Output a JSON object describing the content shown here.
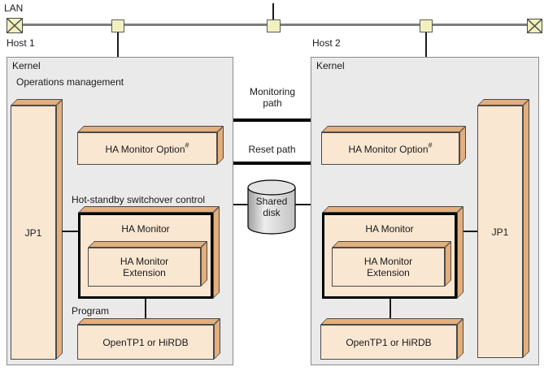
{
  "lan": {
    "label": "LAN"
  },
  "paths": {
    "monitoring_label": "Monitoring path",
    "reset_label": "Reset path"
  },
  "shared_disk": {
    "label": "Shared disk"
  },
  "host1": {
    "title": "Host 1",
    "kernel_label": "Kernel",
    "ops_label": "Operations management",
    "jp1": "JP1",
    "ha_option": "HA Monitor Option",
    "ha_option_sup": "#",
    "hot_standby_label": "Hot-standby switchover control",
    "ha_monitor": "HA Monitor",
    "ha_extension": "HA Monitor Extension",
    "program_label": "Program",
    "program_box": "OpenTP1 or HiRDB"
  },
  "host2": {
    "title": "Host 2",
    "kernel_label": "Kernel",
    "jp1": "JP1",
    "ha_option": "HA Monitor Option",
    "ha_option_sup": "#",
    "ha_monitor": "HA Monitor",
    "ha_extension": "HA Monitor Extension",
    "program_box": "OpenTP1 or HiRDB"
  },
  "colors": {
    "box_face": "#FAE7D2",
    "box_side": "#E3AF7D",
    "kernel_bg": "#EAEAEA",
    "node_fill": "#F2F0BE",
    "lan_line": "#7d7d7d",
    "path_line": "#000000",
    "disk_fill": "#D9D9D9"
  }
}
